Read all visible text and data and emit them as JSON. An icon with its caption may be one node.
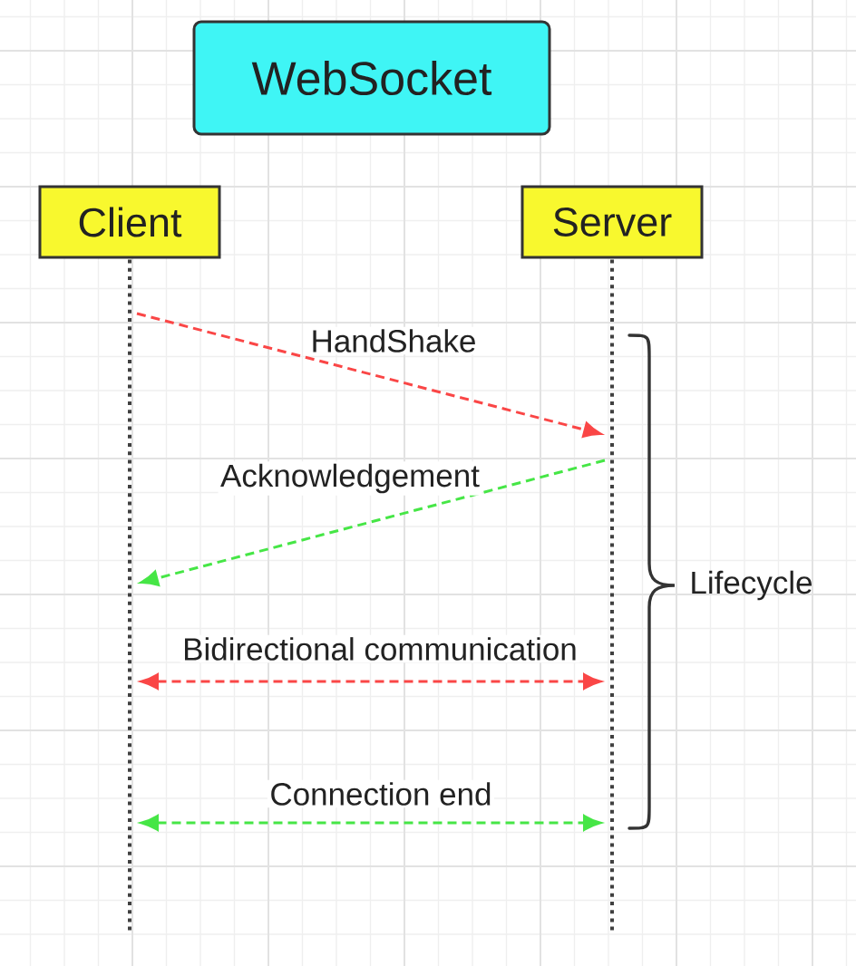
{
  "diagram": {
    "nodes": [
      {
        "text": [
          "WebSocket"
        ]
      },
      {
        "text": [
          "Client"
        ]
      },
      {
        "text": [
          "Server"
        ]
      },
      {
        "text": [],
        "shape": "line"
      },
      {
        "text": [],
        "shape": "line"
      }
    ],
    "edges": [
      {
        "from": 3,
        "to": 4,
        "arrow": "to",
        "label": "HandShake",
        "style": "dashed",
        "color": "#fa4646"
      },
      {
        "from": 4,
        "to": 3,
        "arrow": "to",
        "label": "Acknowledgement",
        "style": "dashed",
        "color": "#46e646"
      },
      {
        "from": 3,
        "to": 4,
        "arrow": "both",
        "label": "Bidirectional communication",
        "style": "dashed",
        "color": "#fa4646"
      },
      {
        "from": 3,
        "to": 4,
        "arrow": "both",
        "label": "Connection end",
        "style": "dashed",
        "color": "#46e646"
      }
    ],
    "labels": [
      "Lifecycle"
    ]
  }
}
